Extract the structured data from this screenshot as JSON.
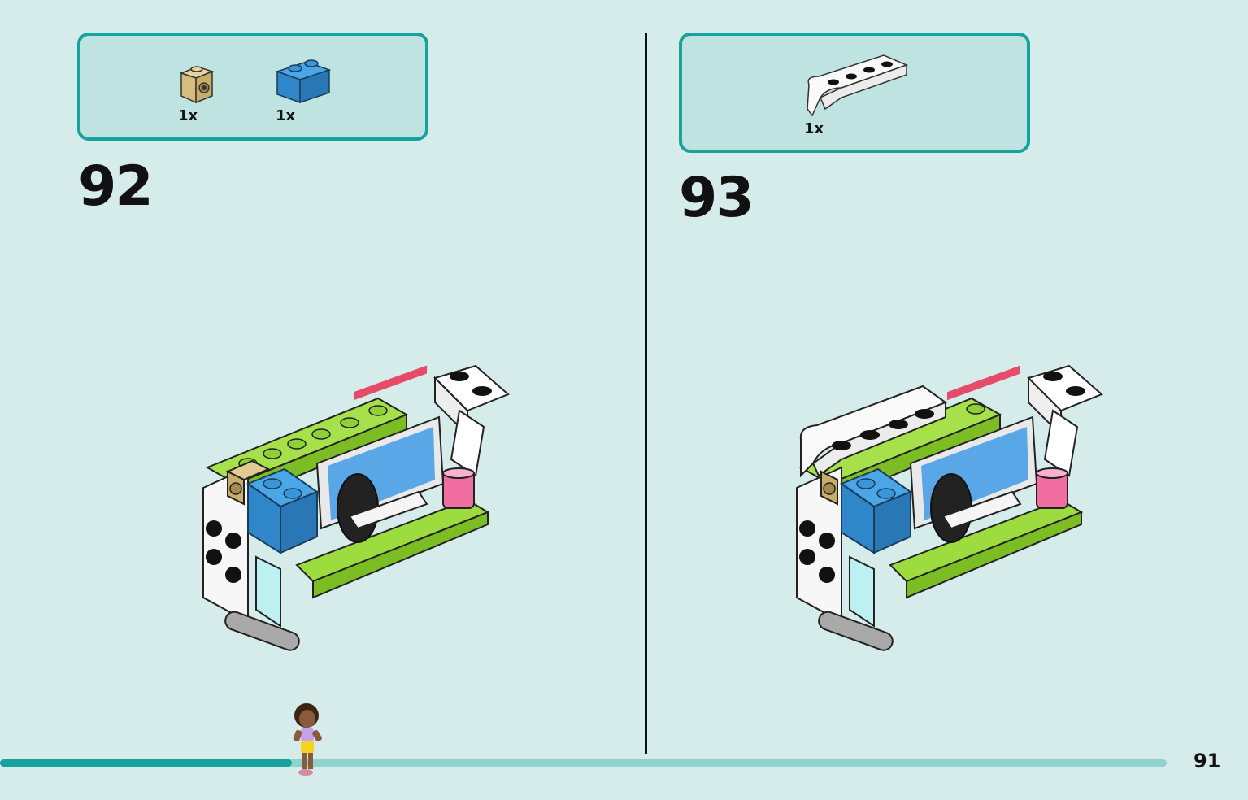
{
  "page": {
    "number": "91"
  },
  "progress": {
    "fraction": 0.25
  },
  "colors": {
    "accent": "#17a29c",
    "background": "#d5ecea",
    "box_fill": "#bfe3e0",
    "track": "#8fd3ce"
  },
  "steps": [
    {
      "number": "92",
      "parts": [
        {
          "name": "tan-1x1-brick-with-stud-icon",
          "qty": "1x"
        },
        {
          "name": "blue-1x2-brick-icon",
          "qty": "1x"
        }
      ]
    },
    {
      "number": "93",
      "parts": [
        {
          "name": "white-curved-slope-1x4-icon",
          "qty": "1x"
        }
      ]
    }
  ]
}
